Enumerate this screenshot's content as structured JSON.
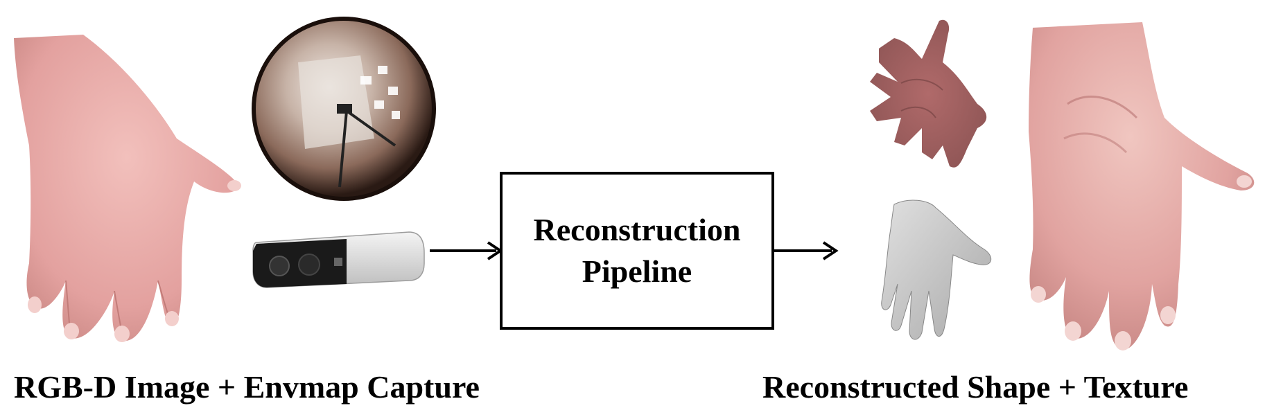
{
  "pipeline_box": {
    "line1": "Reconstruction",
    "line2": "Pipeline"
  },
  "captions": {
    "left": "RGB-D Image + Envmap Capture",
    "right": "Reconstructed Shape + Texture"
  },
  "icons": {
    "input_hand": "hand-photo-icon",
    "envmap": "chrome-sphere-icon",
    "camera": "depth-camera-icon",
    "textured_hand": "textured-hand-render-icon",
    "shape_hand": "gray-hand-mesh-icon",
    "output_hand": "textured-hand-closeup-icon"
  },
  "colors": {
    "skin": "#e7a9a6",
    "skin_shadow": "#c8807e",
    "mesh_gray": "#cfcfcf",
    "arrow": "#000000"
  }
}
